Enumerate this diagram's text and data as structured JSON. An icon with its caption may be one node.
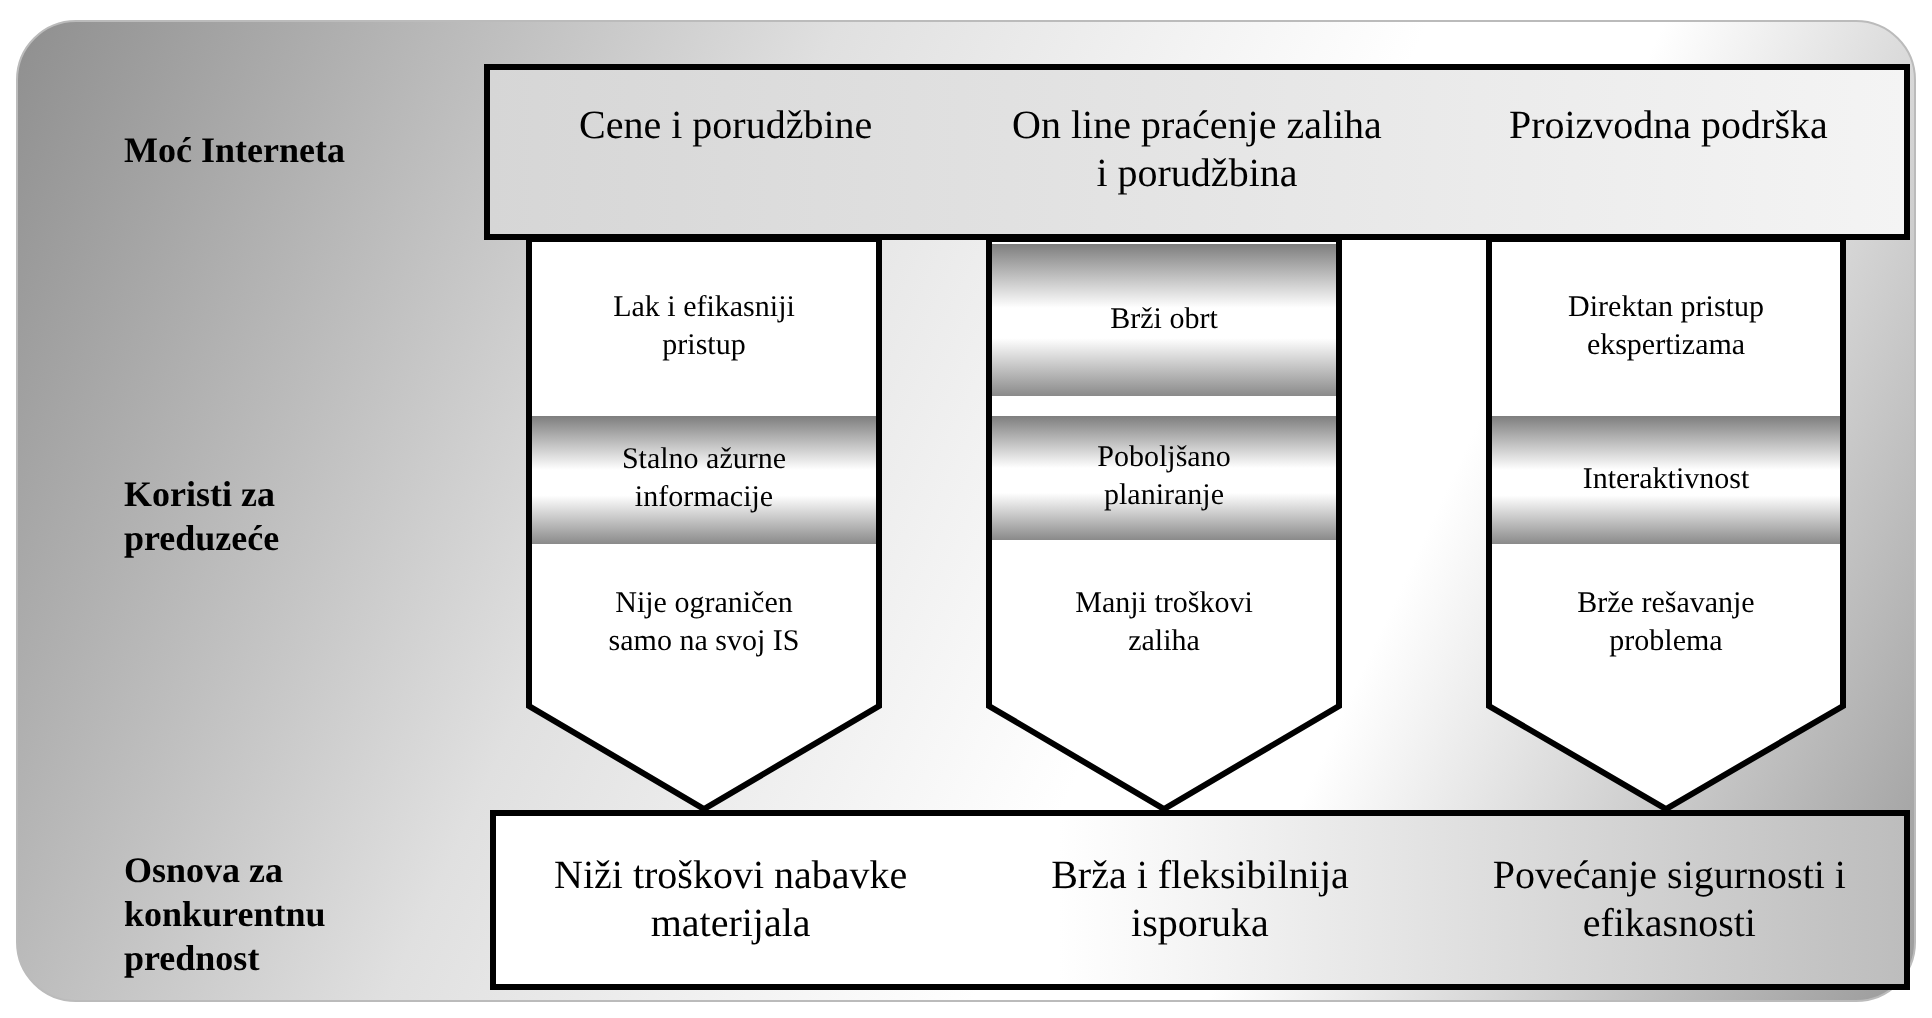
{
  "diagram": {
    "nodes": [
      {
        "text": [
          "Cene i porudžbine",
          "On line praćenje zaliha i porudžbina",
          "Proizvodna podrška"
        ]
      },
      {
        "text": [],
        "shape": "pentagon"
      },
      {
        "text": [
          "Lak i efikasniji pristup"
        ],
        "in": 1
      },
      {
        "text": [
          "Stalno ažurne informacije"
        ],
        "in": 1
      },
      {
        "text": [
          "Nije ograničen samo na svoj IS"
        ],
        "in": 1
      },
      {
        "text": [],
        "shape": "pentagon"
      },
      {
        "text": [
          "Brži obrt"
        ],
        "in": 5
      },
      {
        "text": [
          "Poboljšano planiranje"
        ],
        "in": 5
      },
      {
        "text": [
          "Manji troškovi zaliha"
        ],
        "in": 5
      },
      {
        "text": [],
        "shape": "pentagon"
      },
      {
        "text": [
          "Direktan pristup ekspertizama"
        ],
        "in": 9
      },
      {
        "text": [
          "Interaktivnost"
        ],
        "in": 9
      },
      {
        "text": [
          "Brže rešavanje problema"
        ],
        "in": 9
      },
      {
        "text": [
          "Niži troškovi nabavke materijala",
          "Brža i fleksibilnija isporuka",
          "Povećanje sigurnosti i efikasnosti"
        ]
      }
    ],
    "labels": [
      "Moć Interneta",
      "Koristi za preduzeće",
      "Osnova za konkurentnu prednost"
    ]
  }
}
